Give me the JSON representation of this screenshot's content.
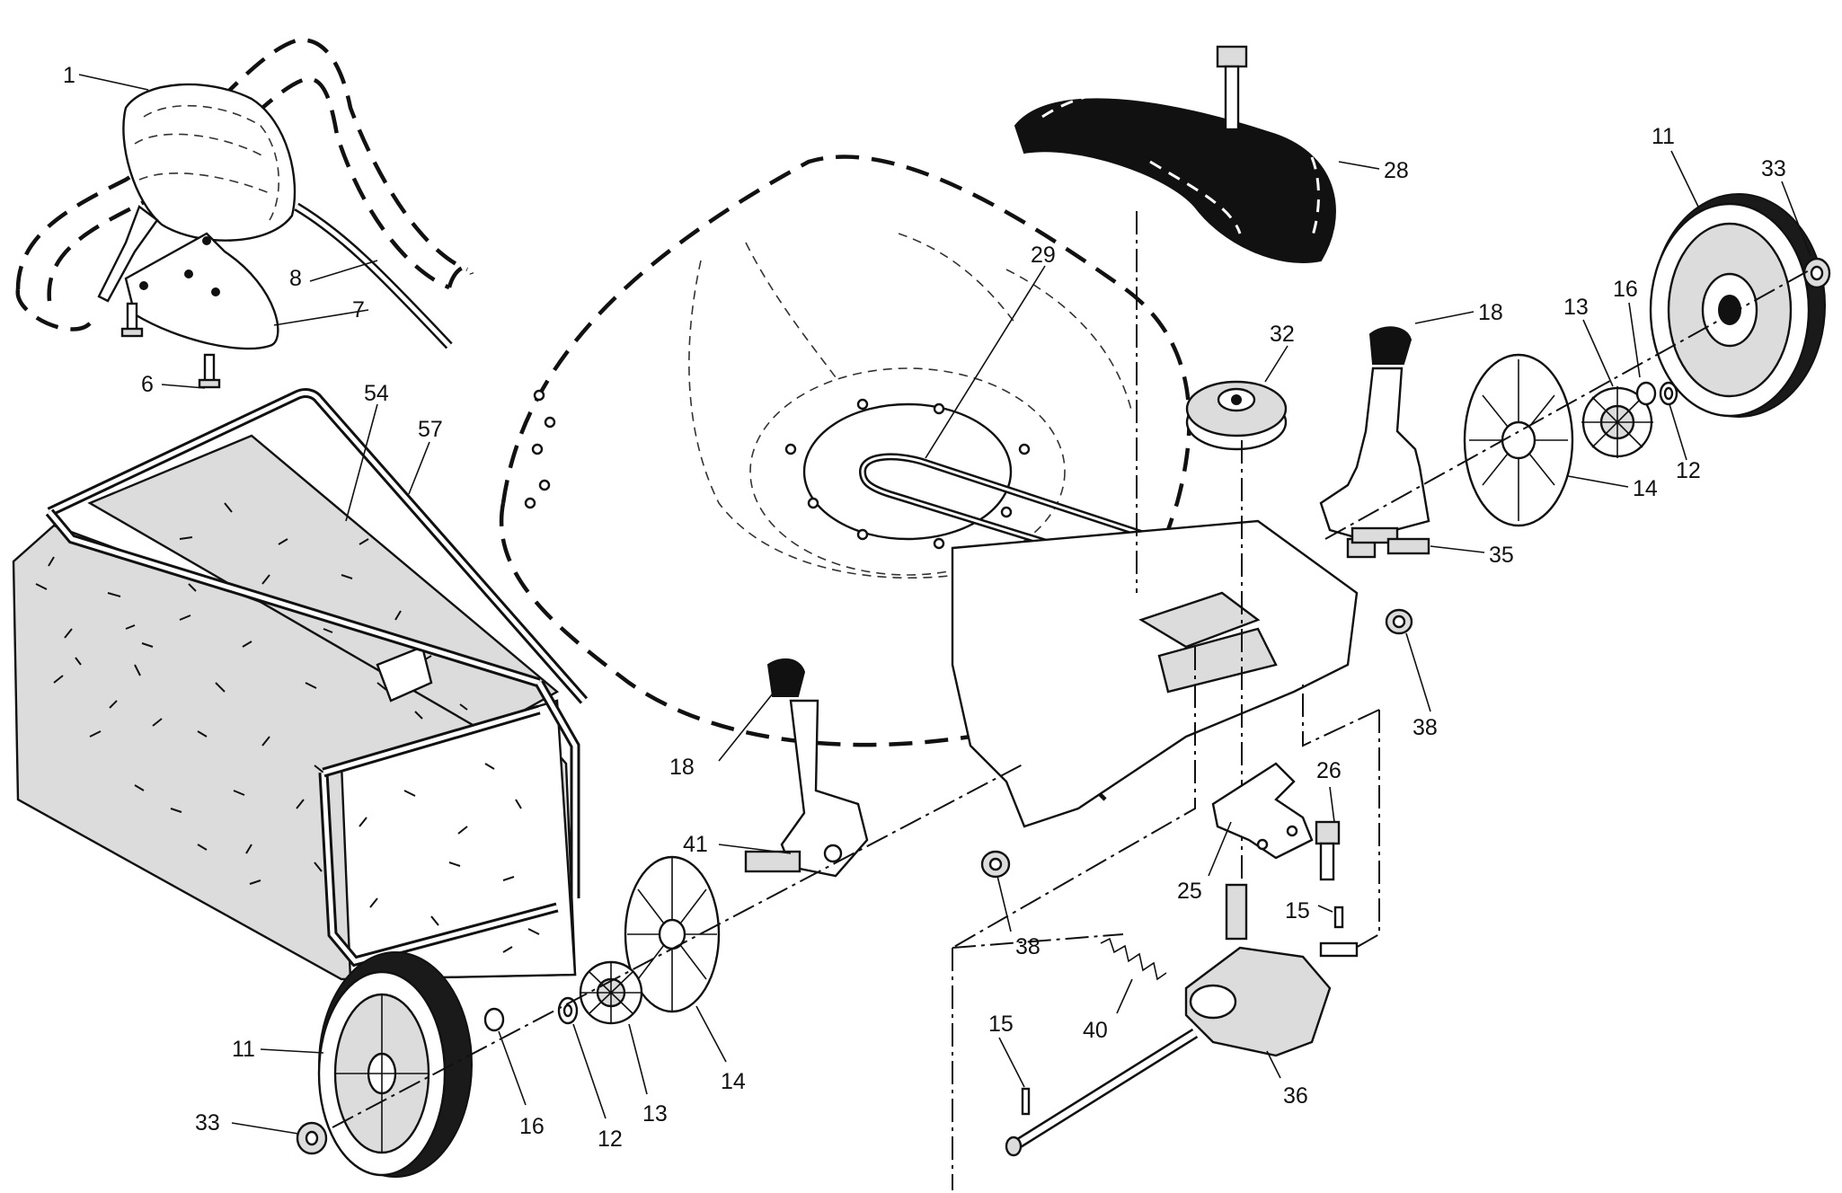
{
  "labels": {
    "l1": "1",
    "l8": "8",
    "l7": "7",
    "l6": "6",
    "l54": "54",
    "l57": "57",
    "l29": "29",
    "l28": "28",
    "l32": "32",
    "l18a": "18",
    "l18b": "18",
    "l11a": "11",
    "l11b": "11",
    "l33a": "33",
    "l33b": "33",
    "l16a": "16",
    "l16b": "16",
    "l13a": "13",
    "l13b": "13",
    "l12a": "12",
    "l12b": "12",
    "l14a": "14",
    "l14b": "14",
    "l35": "35",
    "l38a": "38",
    "l38b": "38",
    "l41": "41",
    "l26": "26",
    "l25": "25",
    "l15a": "15",
    "l15b": "15",
    "l40": "40",
    "l36": "36"
  }
}
